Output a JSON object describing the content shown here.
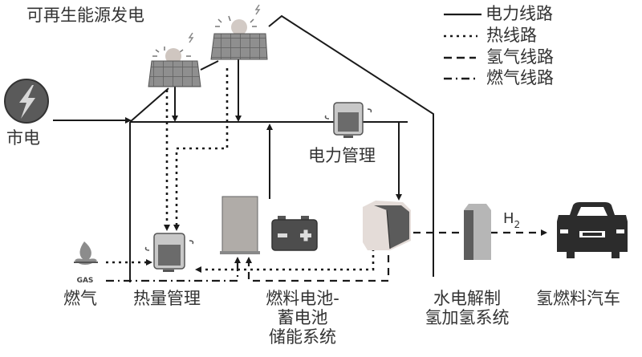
{
  "title": "可再生能源发电",
  "legend": [
    {
      "label": "电力线路",
      "style": "solid"
    },
    {
      "label": "热线路",
      "style": "dotted"
    },
    {
      "label": "氢气线路",
      "style": "dashed"
    },
    {
      "label": "燃气线路",
      "style": "dash-dot"
    }
  ],
  "nodes": {
    "grid": {
      "label": "市电",
      "icon": "lightning-icon"
    },
    "solar": {
      "icon": "solar-panel-icon"
    },
    "power_mgmt": {
      "label": "电力管理",
      "icon": "controller-icon"
    },
    "heat_mgmt": {
      "label": "热量管理",
      "icon": "controller-icon"
    },
    "gas": {
      "label": "燃气",
      "icon": "gas-flame-icon",
      "badge": "GAS"
    },
    "storage": {
      "label_lines": [
        "燃料电池-",
        "蓄电池",
        "储能系统"
      ],
      "icons": [
        "fuel-cell-icon",
        "battery-icon"
      ]
    },
    "electrolysis": {
      "label_lines": [
        "水电解制",
        "氢加氢系统"
      ],
      "icons": [
        "electrolyzer-icon",
        "hydrogen-station-icon"
      ]
    },
    "car": {
      "label": "氢燃料汽车",
      "icon": "car-icon"
    }
  },
  "flow_label_h2": "H",
  "flow_label_h2_sub": "2",
  "colors": {
    "line": "#1a1a1a",
    "panel": "#8a8a8a",
    "dark": "#4a4a4a",
    "text": "#333333"
  }
}
